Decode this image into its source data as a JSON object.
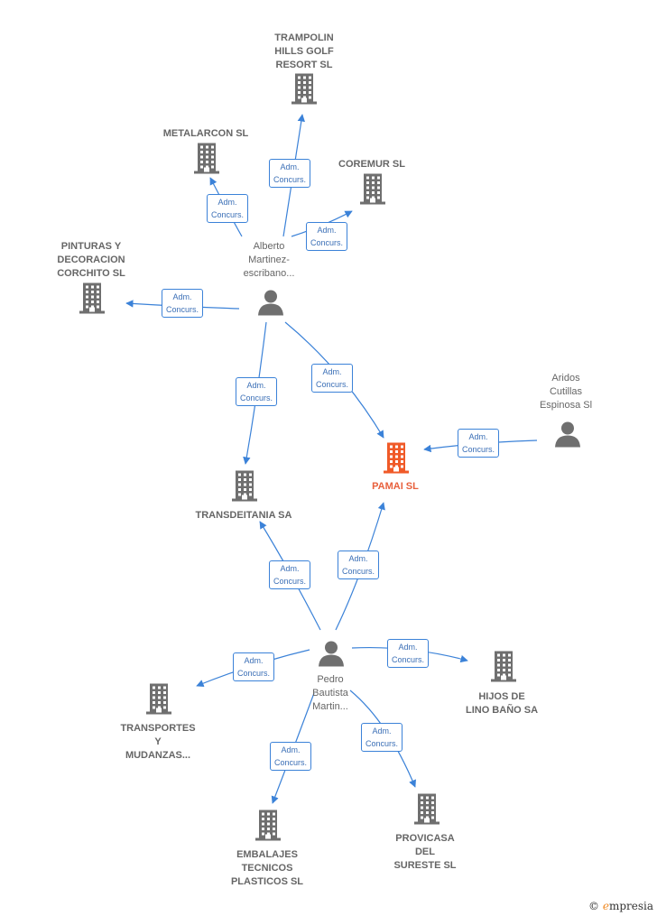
{
  "colors": {
    "edge": "#3b82d8",
    "node_gray": "#6f6f6f",
    "main_node": "#f05a28"
  },
  "nodes": [
    {
      "id": "trampolin",
      "label": "TRAMPOLIN\nHILLS GOLF\nRESORT SL",
      "type": "company"
    },
    {
      "id": "metalarcon",
      "label": "METALARCON SL",
      "type": "company"
    },
    {
      "id": "coremur",
      "label": "COREMUR SL",
      "type": "company"
    },
    {
      "id": "alberto",
      "label": "Alberto\nMartinez-\nescribano...",
      "type": "person"
    },
    {
      "id": "pinturas",
      "label": "PINTURAS Y\nDECORACION\nCORCHITO SL",
      "type": "company"
    },
    {
      "id": "aridos",
      "label": "Aridos\nCutillas\nEspinosa Sl",
      "type": "person"
    },
    {
      "id": "pamai",
      "label": "PAMAI SL",
      "type": "main"
    },
    {
      "id": "transdeitania",
      "label": "TRANSDEITANIA SA",
      "type": "company"
    },
    {
      "id": "pedro",
      "label": "Pedro\nBautista\nMartin...",
      "type": "person"
    },
    {
      "id": "hijos",
      "label": "HIJOS DE\nLINO BAÑO SA",
      "type": "company"
    },
    {
      "id": "transportes",
      "label": "TRANSPORTES\nY\nMUDANZAS...",
      "type": "company"
    },
    {
      "id": "embalajes",
      "label": "EMBALAJES\nTECNICOS\nPLASTICOS SL",
      "type": "company"
    },
    {
      "id": "provicasa",
      "label": "PROVICASA\nDEL\nSURESTE SL",
      "type": "company"
    }
  ],
  "edges": [
    {
      "from": "alberto",
      "to": "trampolin",
      "label": "Adm.\nConcurs."
    },
    {
      "from": "alberto",
      "to": "metalarcon",
      "label": "Adm.\nConcurs."
    },
    {
      "from": "alberto",
      "to": "coremur",
      "label": "Adm.\nConcurs."
    },
    {
      "from": "alberto",
      "to": "pinturas",
      "label": "Adm.\nConcurs."
    },
    {
      "from": "alberto",
      "to": "transdeitania",
      "label": "Adm.\nConcurs."
    },
    {
      "from": "alberto",
      "to": "pamai",
      "label": "Adm.\nConcurs."
    },
    {
      "from": "aridos",
      "to": "pamai",
      "label": "Adm.\nConcurs."
    },
    {
      "from": "pedro",
      "to": "transdeitania",
      "label": "Adm.\nConcurs."
    },
    {
      "from": "pedro",
      "to": "pamai",
      "label": "Adm.\nConcurs."
    },
    {
      "from": "pedro",
      "to": "transportes",
      "label": "Adm.\nConcurs."
    },
    {
      "from": "pedro",
      "to": "hijos",
      "label": "Adm.\nConcurs."
    },
    {
      "from": "pedro",
      "to": "embalajes",
      "label": "Adm.\nConcurs."
    },
    {
      "from": "pedro",
      "to": "provicasa",
      "label": "Adm.\nConcurs."
    }
  ],
  "brand": {
    "copyright": "©",
    "name_initial": "e",
    "name_rest": "mpresia"
  }
}
